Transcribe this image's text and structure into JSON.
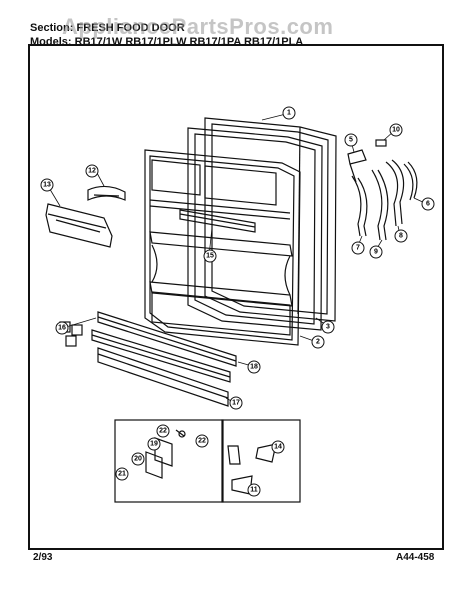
{
  "header": {
    "section_label": "Section:",
    "section_value": "FRESH FOOD DOOR",
    "models_label": "Models:",
    "models_value": "RB17/1W   RB17/1PLW   RB17/1PA   RB17/1PLA"
  },
  "watermark": "AppliancePartsPros.com",
  "footer": {
    "date": "2/93",
    "code": "A44-458"
  },
  "callouts": {
    "c1": "1",
    "c2": "2",
    "c3": "3",
    "c5": "5",
    "c6": "6",
    "c7": "7",
    "c8": "8",
    "c9": "9",
    "c10": "10",
    "c11": "11",
    "c12": "12",
    "c13": "13",
    "c14": "14",
    "c15": "15",
    "c16": "16",
    "c17": "17",
    "c18": "18",
    "c19": "19",
    "c20": "20",
    "c21": "21",
    "c22a": "22",
    "c22b": "22"
  }
}
